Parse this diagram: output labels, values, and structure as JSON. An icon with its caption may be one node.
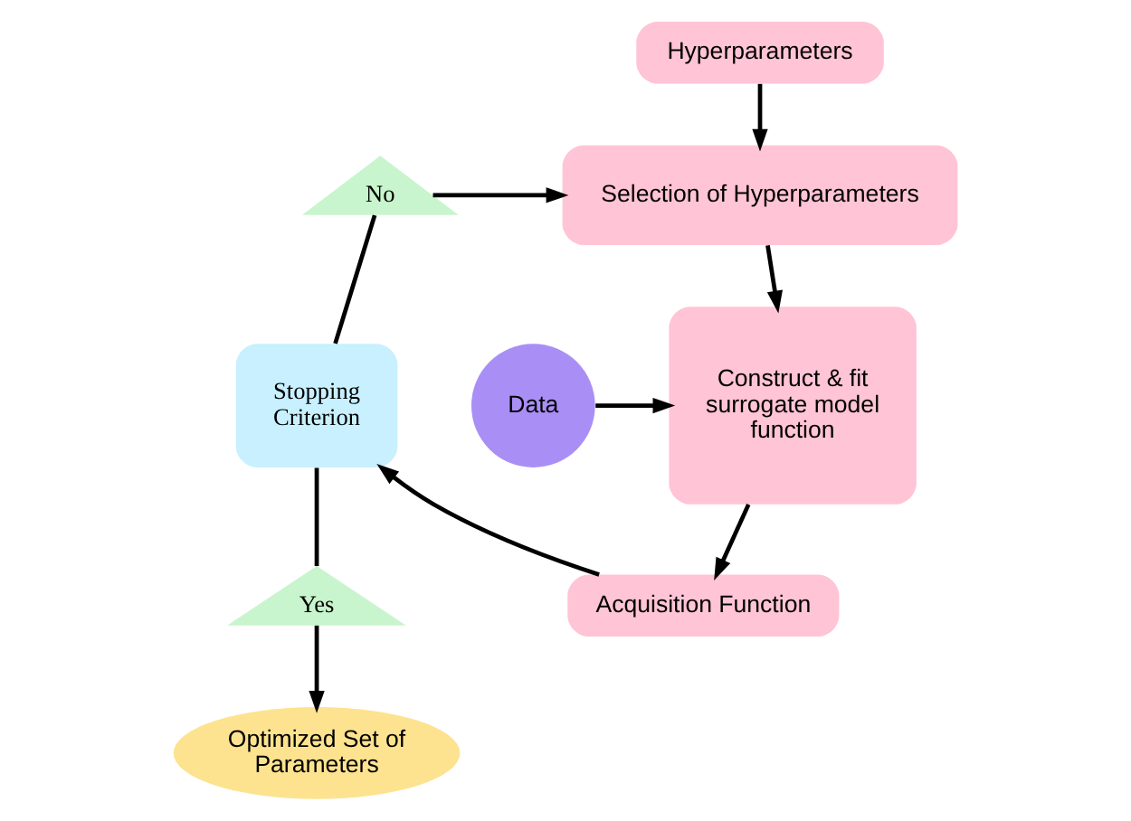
{
  "diagram": {
    "nodes": [
      {
        "text": [
          "Hyperparameters"
        ]
      },
      {
        "text": [
          "Selection of Hyperparameters"
        ]
      },
      {
        "text": [
          "Construct & fit surrogate model function"
        ]
      },
      {
        "text": [
          "Data"
        ]
      },
      {
        "text": [
          "Acquisition Function"
        ]
      },
      {
        "text": [
          "Stopping Criterion"
        ]
      },
      {
        "text": [
          "No"
        ]
      },
      {
        "text": [
          "Yes"
        ]
      },
      {
        "text": [
          "Optimized Set of Parameters"
        ]
      }
    ],
    "edges": [
      {
        "from": 0,
        "to": 1,
        "arrow": "to"
      },
      {
        "from": 1,
        "to": 2,
        "arrow": "to"
      },
      {
        "from": 3,
        "to": 2,
        "arrow": "to"
      },
      {
        "from": 2,
        "to": 4,
        "arrow": "to"
      },
      {
        "from": 4,
        "to": 5,
        "arrow": "to"
      },
      {
        "from": 5,
        "to": 6,
        "arrow": "none"
      },
      {
        "from": 6,
        "to": 1,
        "arrow": "to"
      },
      {
        "from": 5,
        "to": 7,
        "arrow": "none"
      },
      {
        "from": 7,
        "to": 8,
        "arrow": "to"
      }
    ]
  }
}
